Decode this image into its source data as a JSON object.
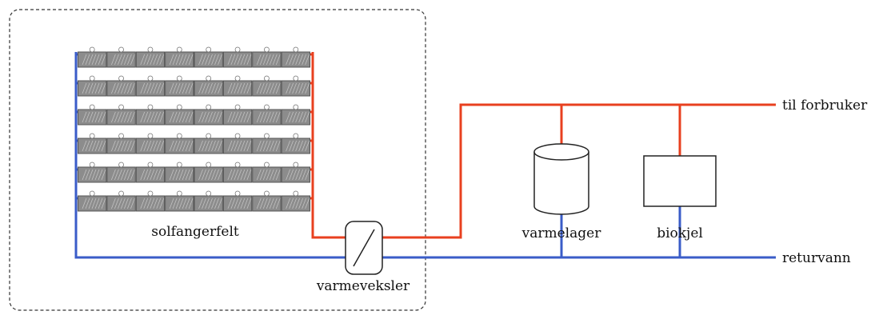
{
  "labels": {
    "collector_field": "solfangerfelt",
    "heat_exchanger": "varmeveksler",
    "heat_storage": "varmelager",
    "bio_boiler": "biokjel",
    "to_consumer": "til forbruker",
    "return_water": "returvann"
  },
  "collector_field": {
    "rows": 6,
    "panels_per_row": 8
  },
  "colors": {
    "supply_line": "#e8401f",
    "return_line": "#3a5cc8",
    "panel_fill": "#8c8c8c",
    "panel_stroke": "#555555",
    "outline": "#333333"
  }
}
